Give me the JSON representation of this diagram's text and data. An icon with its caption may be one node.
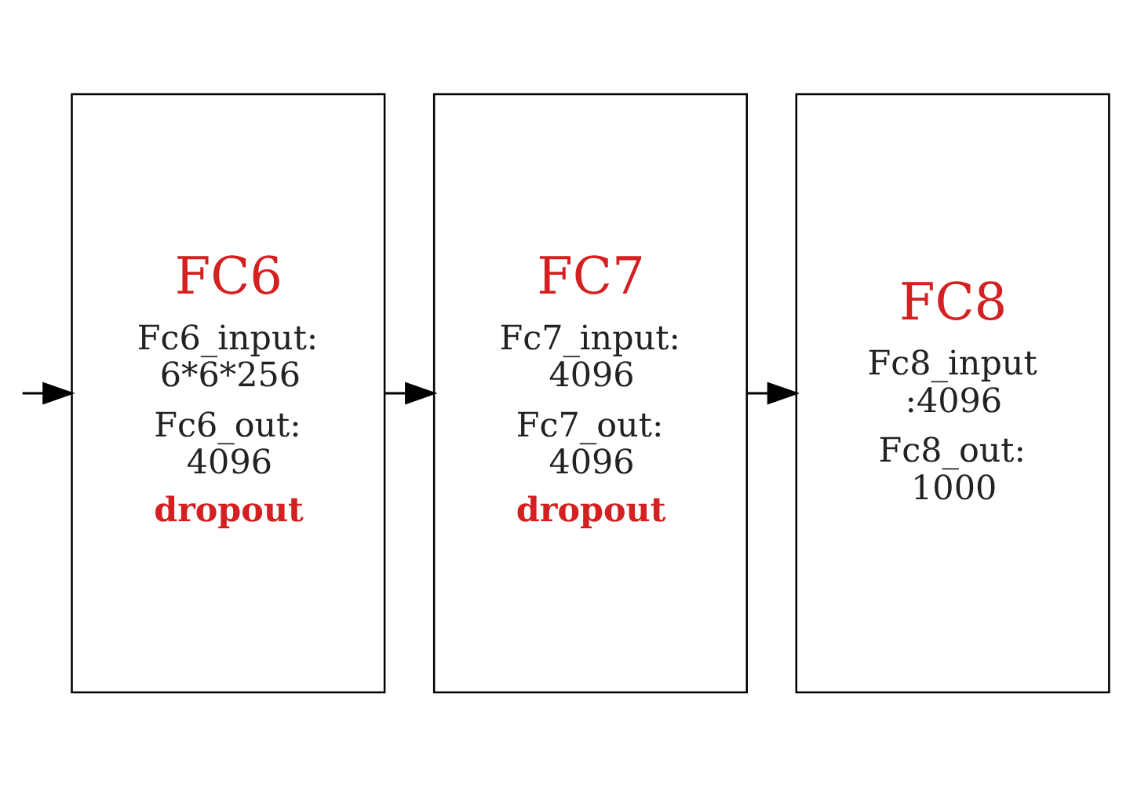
{
  "diagram": {
    "nodes": [
      {
        "text": [
          "FC6",
          "Fc6_input: 6*6*256",
          "Fc6_out: 4096",
          "dropout"
        ]
      },
      {
        "text": [
          "FC7",
          "Fc7_input: 4096",
          "Fc7_out: 4096",
          "dropout"
        ]
      },
      {
        "text": [
          "FC8",
          "Fc8_input :4096",
          "Fc8_out: 1000"
        ]
      }
    ],
    "edges": [
      {
        "from": null,
        "to": 0,
        "arrow": "to"
      },
      {
        "from": 0,
        "to": 1,
        "arrow": "to"
      },
      {
        "from": 1,
        "to": 2,
        "arrow": "to"
      }
    ]
  }
}
